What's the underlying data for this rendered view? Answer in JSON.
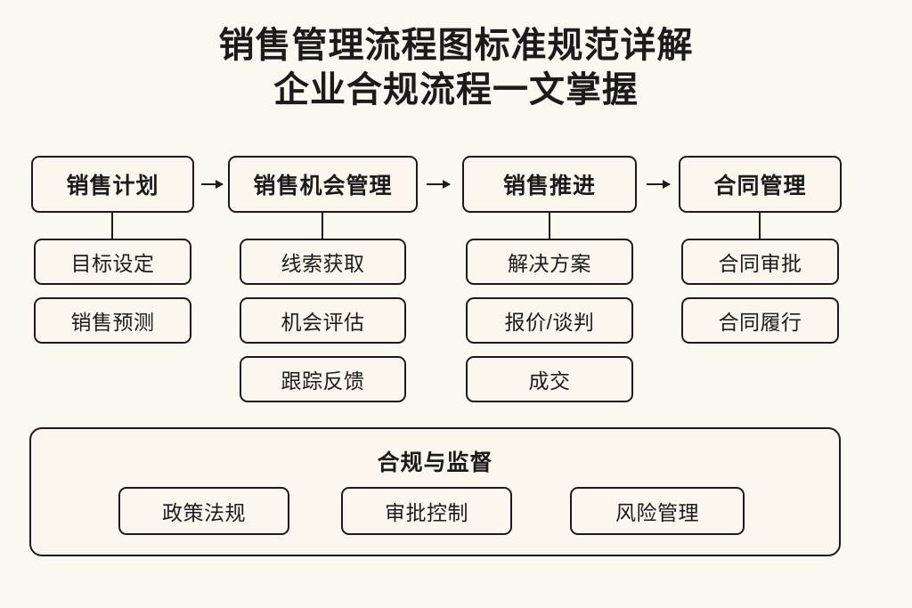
{
  "title": {
    "line1": "销售管理流程图标准规范详解",
    "line2": "企业合规流程一文掌握"
  },
  "colors": {
    "background": "#fbf7f1",
    "box_fill": "#fbf7ef",
    "stroke": "#1b1b1b",
    "text": "#1b1b1b"
  },
  "flow": {
    "columns": [
      {
        "header": "销售计划",
        "steps": [
          "目标设定",
          "销售预测"
        ]
      },
      {
        "header": "销售机会管理",
        "steps": [
          "线索获取",
          "机会评估",
          "跟踪反馈"
        ]
      },
      {
        "header": "销售推进",
        "steps": [
          "解决方案",
          "报价/谈判",
          "成交"
        ]
      },
      {
        "header": "合同管理",
        "steps": [
          "合同审批",
          "合同履行"
        ]
      }
    ],
    "arrows": [
      "arrow-right-icon",
      "arrow-right-icon",
      "arrow-right-icon"
    ]
  },
  "compliance": {
    "title": "合规与监督",
    "items": [
      "政策法规",
      "审批控制",
      "风险管理"
    ]
  }
}
